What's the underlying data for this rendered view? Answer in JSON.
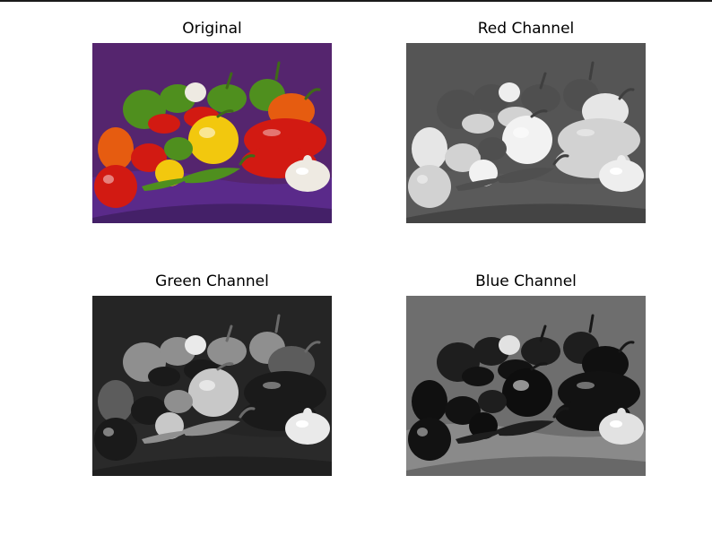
{
  "figure": {
    "subplots": [
      {
        "id": "original",
        "title": "Original",
        "channel": "rgb"
      },
      {
        "id": "red",
        "title": "Red Channel",
        "channel": "red"
      },
      {
        "id": "green",
        "title": "Green Channel",
        "channel": "green"
      },
      {
        "id": "blue",
        "title": "Blue Channel",
        "channel": "blue"
      }
    ]
  },
  "colors": {
    "background": "#ffffff",
    "backdrop_purple": "#55256e",
    "tablecloth_purple": "#5a2a8a",
    "pepper_red": "#d21a12",
    "pepper_orange": "#e65c10",
    "pepper_yellow": "#f2c80e",
    "pepper_green": "#4f8f1e",
    "garlic": "#eeeae2"
  }
}
